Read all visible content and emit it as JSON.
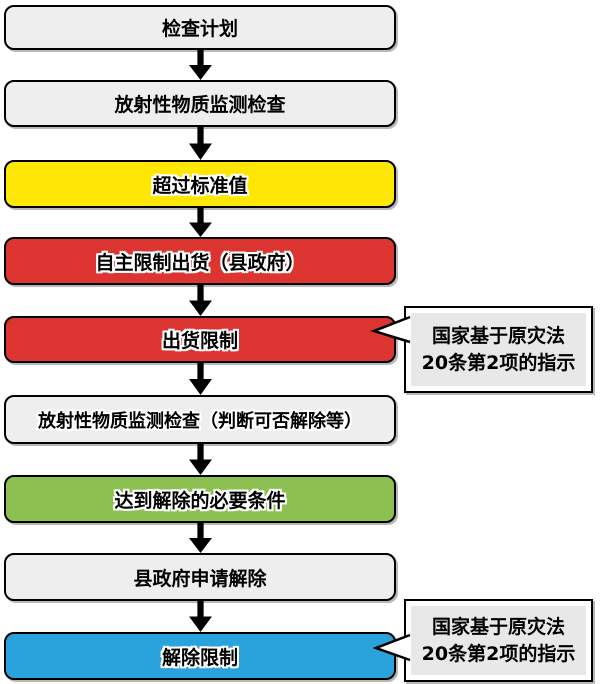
{
  "diagram": {
    "title": "shipment-restriction-flowchart",
    "boxes": [
      {
        "label": "检查计划",
        "fill": "#eeeeee"
      },
      {
        "label": "放射性物质监测检查",
        "fill": "#eeeeee"
      },
      {
        "label": "超过标准值",
        "fill": "#ffe605"
      },
      {
        "label": "自主限制出货（县政府）",
        "fill": "#dc3431"
      },
      {
        "label": "出货限制",
        "fill": "#dc3431"
      },
      {
        "label": "放射性物质监测检查（判断可否解除等）",
        "fill": "#eeeeee"
      },
      {
        "label": "达到解除的必要条件",
        "fill": "#8cc152"
      },
      {
        "label": "县政府申请解除",
        "fill": "#eeeeee"
      },
      {
        "label": "解除限制",
        "fill": "#2aa2db"
      }
    ],
    "callouts": [
      {
        "line1": "国家基于原灾法",
        "line2": "20条第2项的指示",
        "points_to": "出货限制"
      },
      {
        "line1": "国家基于原灾法",
        "line2": "20条第2项的指示",
        "points_to": "解除限制"
      }
    ],
    "colors": {
      "border": "#000000",
      "arrow": "#000000",
      "callout_bg": "#e8e8e8",
      "gray_box": "#eeeeee",
      "yellow_box": "#ffe605",
      "red_box": "#dc3431",
      "green_box": "#8cc152",
      "blue_box": "#2aa2db"
    }
  }
}
